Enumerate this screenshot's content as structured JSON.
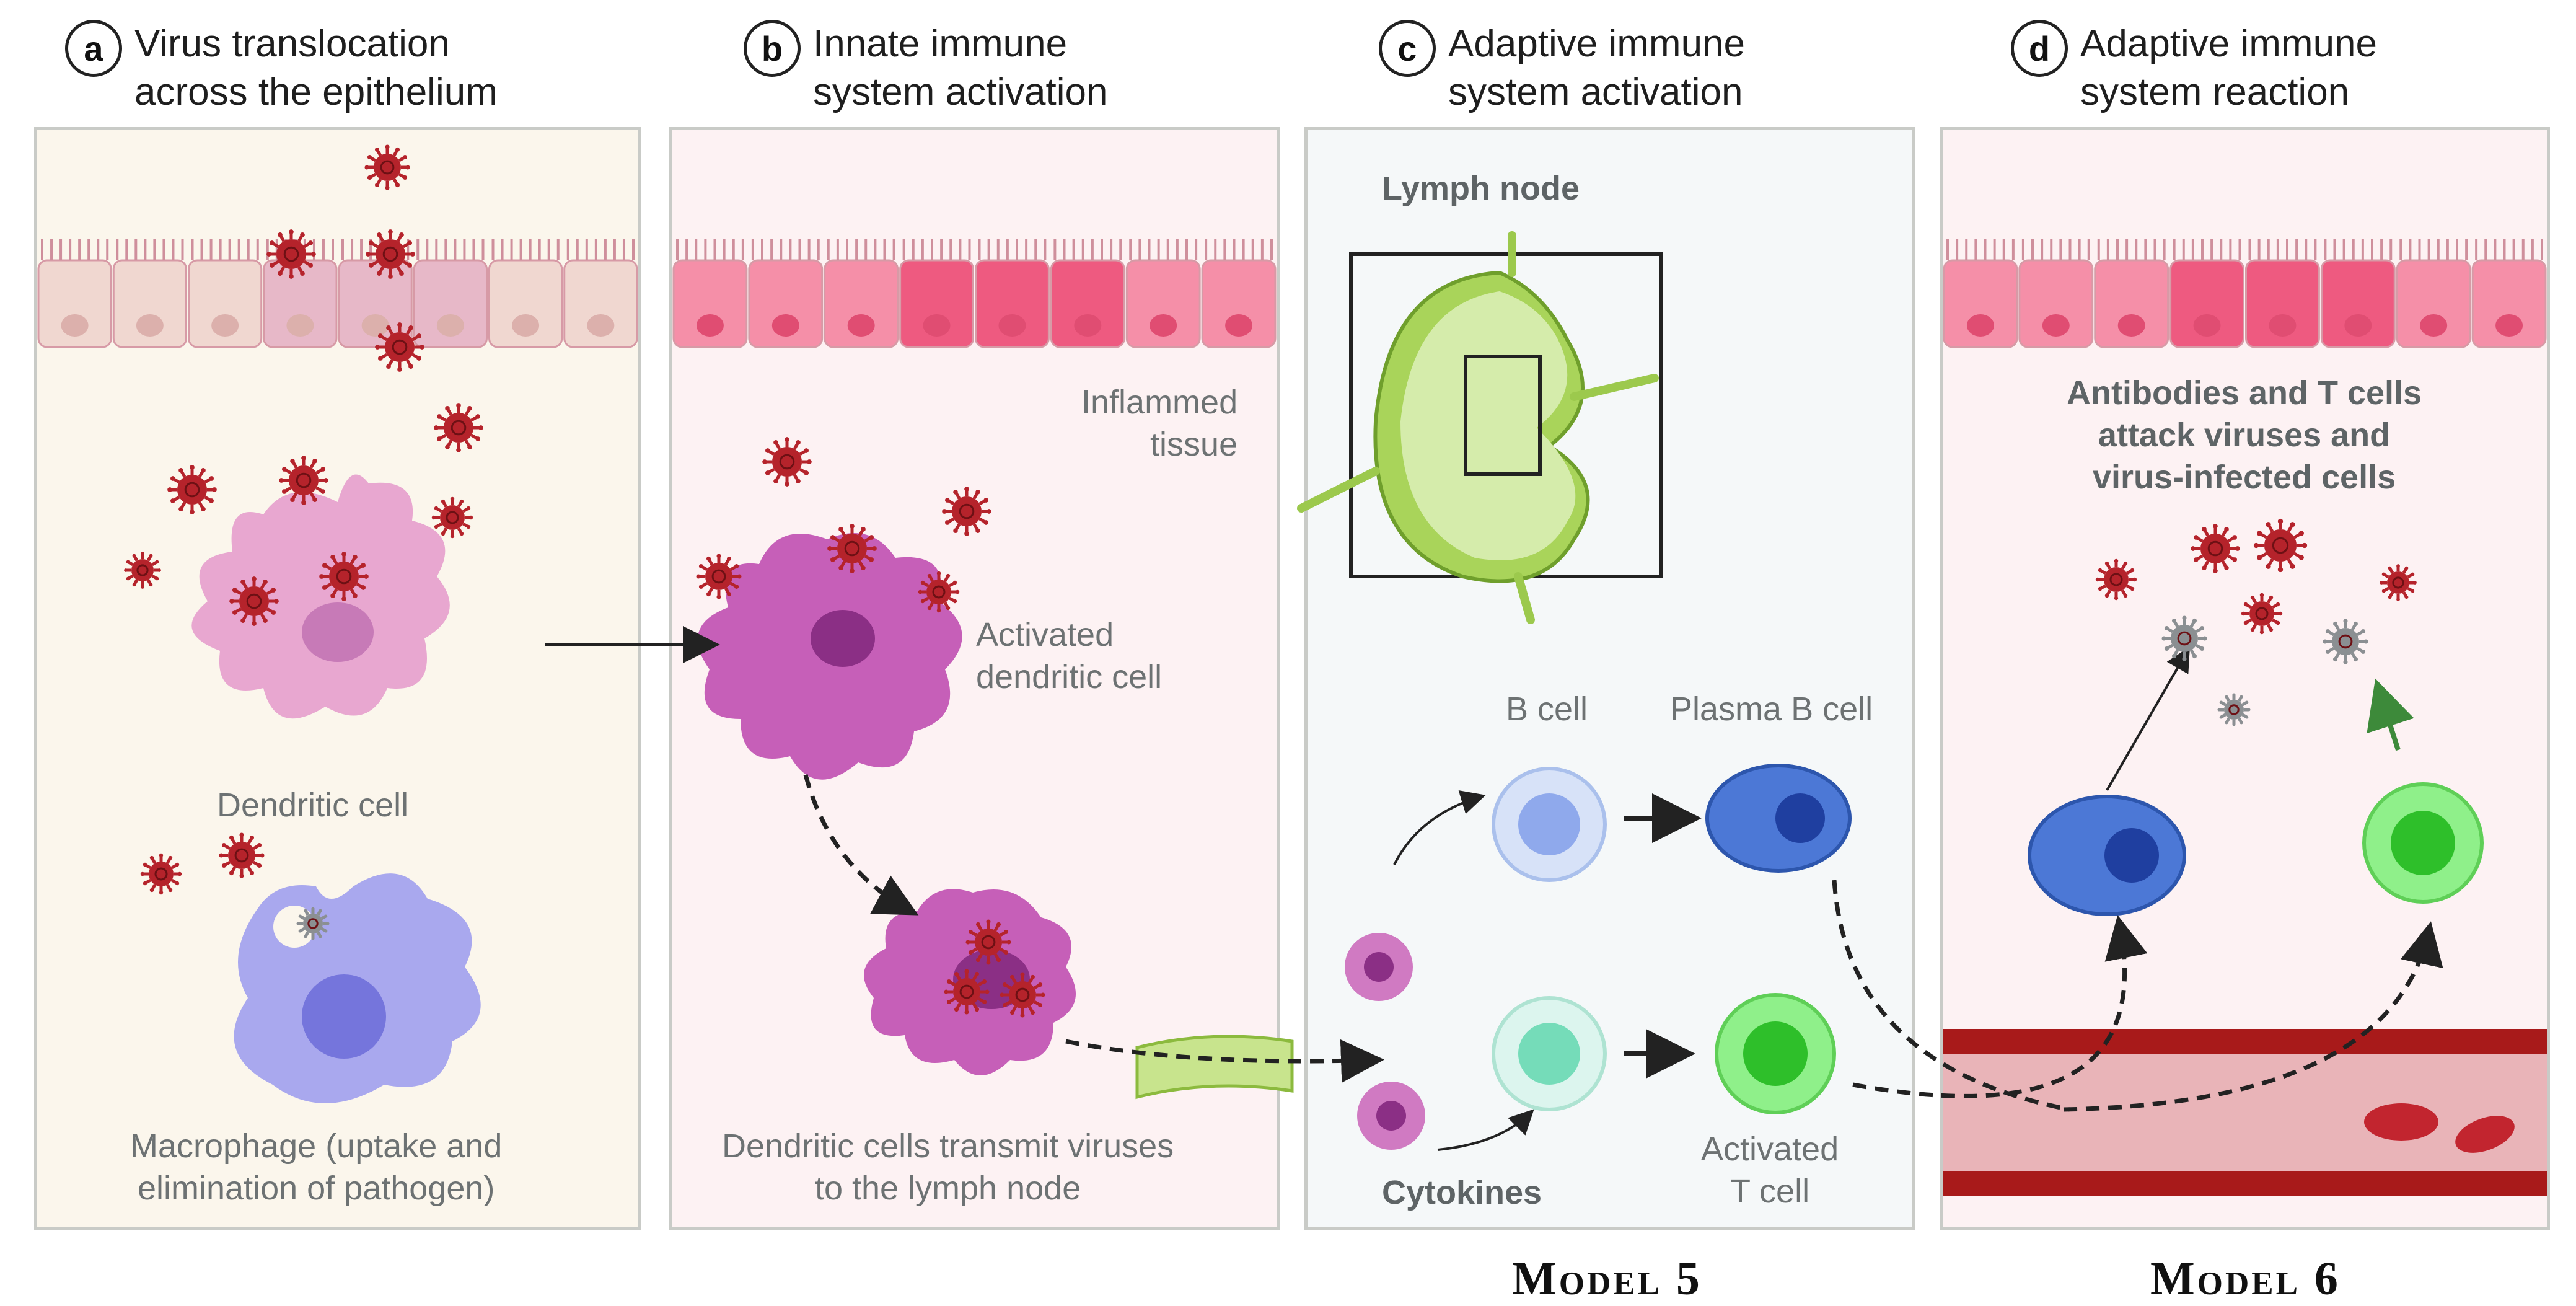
{
  "panels": [
    {
      "letter": "a",
      "title_line1": "Virus translocation",
      "title_line2": "across the epithelium"
    },
    {
      "letter": "b",
      "title_line1": "Innate immune",
      "title_line2": "system activation"
    },
    {
      "letter": "c",
      "title_line1": "Adaptive immune",
      "title_line2": "system activation"
    },
    {
      "letter": "d",
      "title_line1": "Adaptive immune",
      "title_line2": "system reaction"
    }
  ],
  "labels": {
    "dendritic_cell": "Dendritic cell",
    "macrophage_line1": "Macrophage (uptake and",
    "macrophage_line2": "elimination of pathogen)",
    "inflamed_line1": "Inflammed",
    "inflamed_line2": "tissue",
    "activated_dc_line1": "Activated",
    "activated_dc_line2": "dendritic cell",
    "transmit_line1": "Dendritic cells transmit viruses",
    "transmit_line2": "to the lymph node",
    "lymph_node": "Lymph node",
    "b_cell": "B cell",
    "plasma_b_cell": "Plasma B cell",
    "cytokines": "Cytokines",
    "activated_t_line1": "Activated",
    "activated_t_line2": "T cell",
    "attack_line1": "Antibodies  and T cells",
    "attack_line2": "attack viruses and",
    "attack_line3": "virus-infected cells"
  },
  "models": {
    "left": "Model 5",
    "right": "Model 6"
  },
  "colors": {
    "virus": "#b5232b",
    "epithelium_a": "#f0d7d0",
    "epithelium_bd": "#f58fa8",
    "dendritic": "#e8a7d0",
    "dendritic_active": "#c65fb8",
    "macrophage": "#a9a8ee",
    "b_cell": "#b7ccf6",
    "plasma": "#4c78d6",
    "t_cell": "#c8f4e4",
    "t_active": "#47d23e",
    "lymph": "#a9d45a",
    "blood_vessel": "#a81a1a"
  }
}
